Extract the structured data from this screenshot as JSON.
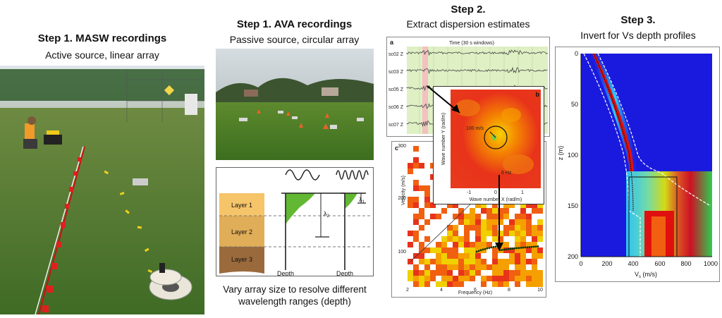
{
  "masw": {
    "title": "Step 1. MASW recordings",
    "subtitle": "Active source, linear array"
  },
  "ava": {
    "title": "Step 1. AVA recordings",
    "subtitle": "Passive source, circular array",
    "layers": [
      "Layer 1",
      "Layer 2",
      "Layer 3"
    ],
    "depth_labels": [
      "Depth",
      "Depth"
    ],
    "wavelength_labels": [
      "λ",
      "λ"
    ],
    "wavelength_subs": [
      "2",
      "1"
    ],
    "caption_line1": "Vary array size to resolve different",
    "caption_line2": "wavelength ranges (depth)"
  },
  "step2": {
    "title": "Step 2.",
    "subtitle": "Extract dispersion estimates",
    "panel_a": {
      "tag": "a",
      "header": "Time (30 s windows)",
      "channels": [
        "sc02 Z",
        "sc03 Z",
        "sc05 Z",
        "sc06 Z",
        "sc07 Z"
      ]
    },
    "panel_b": {
      "tag": "b",
      "velocity_label": "100 m/s",
      "xlabel": "Wave number X (rad/m)",
      "ylabel": "Wave number Y (rad/m)",
      "ticks": [
        "-1",
        "0",
        "1"
      ],
      "freq_label": "6 Hz"
    },
    "panel_c": {
      "tag": "c",
      "xlabel": "Frequency (Hz)",
      "ylabel": "Velocity (m/s)",
      "xticks": [
        "2",
        "4",
        "6",
        "8",
        "10"
      ],
      "yticks": [
        "300",
        "200",
        "100"
      ]
    }
  },
  "step3": {
    "title": "Step 3.",
    "subtitle": "Invert for Vs depth profiles",
    "xlabel": "V",
    "xlabel_sub": "s",
    "xlabel_unit": " (m/s)",
    "ylabel": "z (m)",
    "xticks": [
      "0",
      "200",
      "400",
      "600",
      "800",
      "1000"
    ],
    "yticks": [
      "0",
      "50",
      "100",
      "150",
      "200"
    ]
  },
  "colors": {
    "grass": "#4f7a2e",
    "layer1": "#f6c469",
    "layer2": "#e0ad58",
    "layer3": "#9a6a3c",
    "model_bg": "#1a1adf"
  }
}
